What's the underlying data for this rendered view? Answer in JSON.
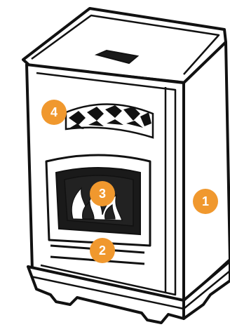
{
  "colors": {
    "outline": "#111111",
    "fill": "#ffffff",
    "callout": "#f0982e",
    "callout_text": "#ffffff"
  },
  "callouts": [
    {
      "label": "1",
      "icon": "callout-marker"
    },
    {
      "label": "2",
      "icon": "callout-marker"
    },
    {
      "label": "3",
      "icon": "callout-marker"
    },
    {
      "label": "4",
      "icon": "callout-marker"
    }
  ]
}
